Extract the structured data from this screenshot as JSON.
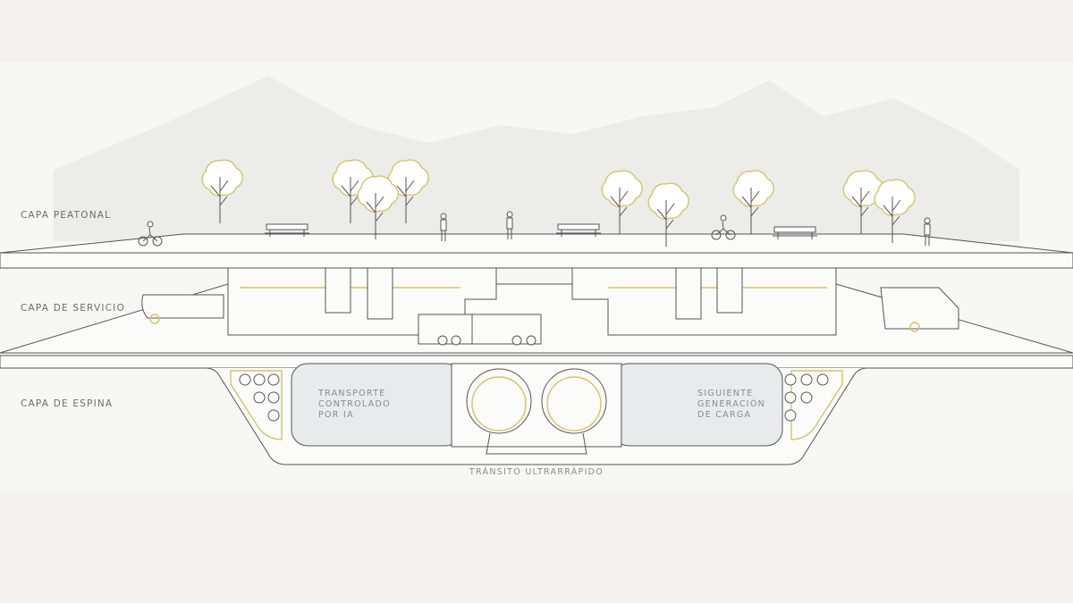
{
  "layers": {
    "pedestrian": "CAPA PEATONAL",
    "service": "CAPA DE SERVICIO",
    "spine": "CAPA DE ESPINA"
  },
  "spine": {
    "left_text": [
      "TRANSPORTE",
      "CONTROLADO",
      "POR IA"
    ],
    "right_text": [
      "SIGUIENTE",
      "GENERACIÓN",
      "DE CARGA"
    ],
    "bottom_label": "TRÁNSITO ULTRARRÁPIDO"
  },
  "colors": {
    "accent": "#d2c46e",
    "line": "#555555",
    "background": "#f3f2ee"
  }
}
